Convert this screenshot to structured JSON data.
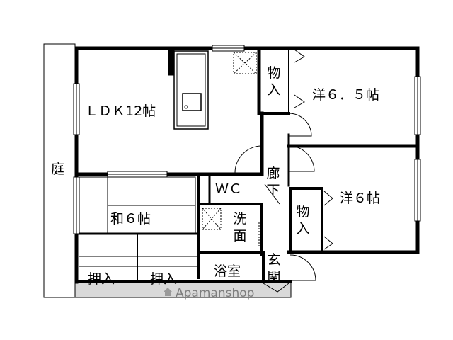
{
  "rooms": {
    "ldk": "ＬＤＫ12帖",
    "western_65": "洋６．５帖",
    "western_6": "洋６帖",
    "japanese_6": "和６帖",
    "storage_top": "物入",
    "storage_mid": "物入",
    "hallway": "廊下",
    "wc": "ＷＣ",
    "washroom": "洗面",
    "bath": "浴室",
    "entrance": "玄関",
    "closet_left": "押入",
    "closet_right": "押入",
    "garden": "庭"
  },
  "watermark": "Apamanshop"
}
